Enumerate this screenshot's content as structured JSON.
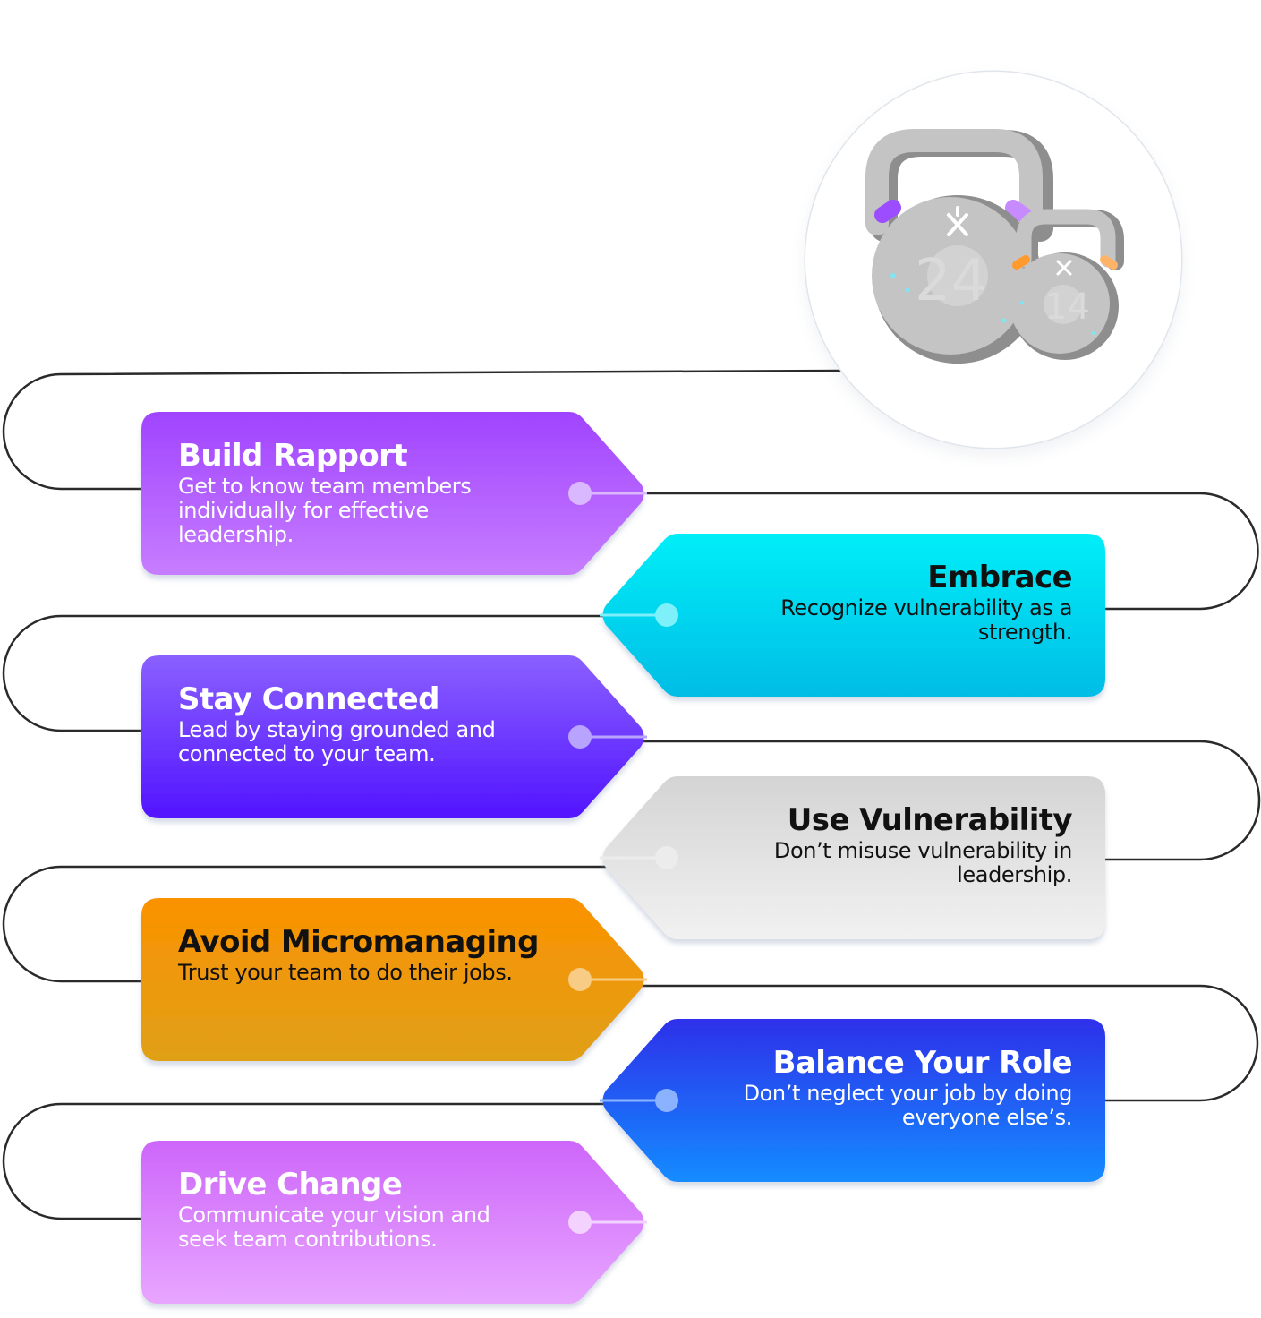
{
  "steps": [
    {
      "title": "Build Rapport",
      "description": "Get to know team members individually for effective leadership.",
      "side": "left",
      "gradient": [
        "#a044ff",
        "#c77dff"
      ],
      "dot_color": "#d9b8ff",
      "text_color": "light"
    },
    {
      "title": "Embrace",
      "description": "Recognize vulnerability as a strength.",
      "side": "right",
      "gradient": [
        "#00eef8",
        "#05bde6"
      ],
      "dot_color": "#7ef0fa",
      "text_color": "dark"
    },
    {
      "title": "Stay Connected",
      "description": "Lead by staying grounded and connected to your team.",
      "side": "left",
      "gradient": [
        "#8a60ff",
        "#5214ff"
      ],
      "dot_color": "#b8a4ff",
      "text_color": "light"
    },
    {
      "title": "Use Vulnerability",
      "description": "Don’t misuse vulnerability in leadership.",
      "side": "right",
      "gradient": [
        "#d4d4d4",
        "#f1f1f1"
      ],
      "dot_color": "#ececec",
      "text_color": "dark"
    },
    {
      "title": "Avoid Micromanaging",
      "description": "Trust your team to do their jobs.",
      "side": "left",
      "gradient": [
        "#fb9200",
        "#e0a018"
      ],
      "dot_color": "#f8cc84",
      "text_color": "dark"
    },
    {
      "title": "Balance Your Role",
      "description": "Don’t neglect your job by doing everyone else’s.",
      "side": "right",
      "gradient": [
        "#2e30ea",
        "#148cff"
      ],
      "dot_color": "#8ab2ff",
      "text_color": "light"
    },
    {
      "title": "Drive Change",
      "description": "Communicate your vision and seek team contributions.",
      "side": "left",
      "gradient": [
        "#cd66fa",
        "#e8a6ff"
      ],
      "dot_color": "#f3d2ff",
      "text_color": "light"
    }
  ],
  "illustration": {
    "icon": "kettlebells-icon",
    "weights": [
      "24",
      "14"
    ],
    "colors": {
      "body": "#c4c4c4",
      "shadow": "#8e8e8e",
      "accent_large": "#9b4dff",
      "accent_small": "#ff9a2e",
      "sparkle": "#7fe6f2"
    }
  },
  "connector_color": "#2a2a2a"
}
